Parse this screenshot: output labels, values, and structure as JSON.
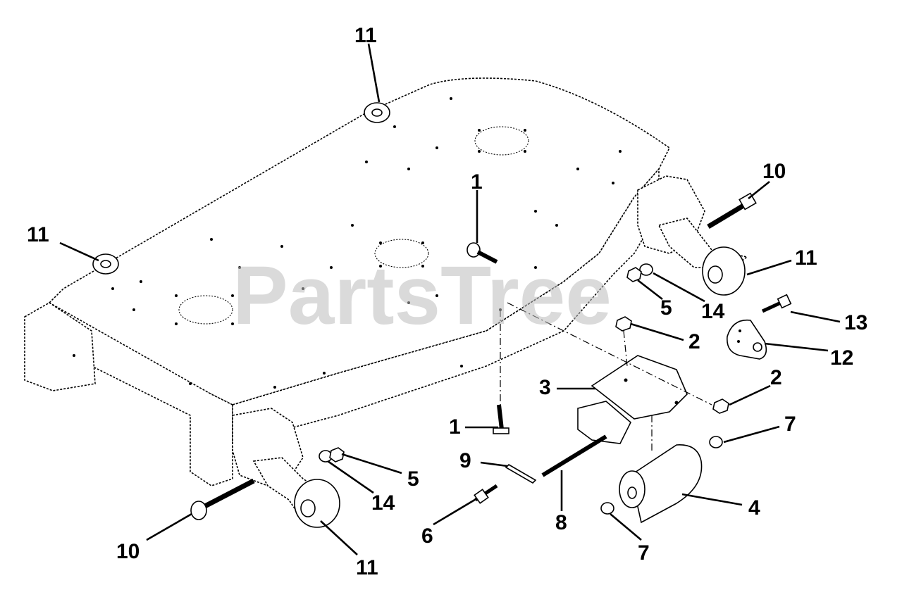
{
  "watermark": "PartsTree",
  "callouts": {
    "c11_top": "11",
    "c11_left": "11",
    "c11_right": "11",
    "c11_bottom": "11",
    "c1_top": "1",
    "c1_mid": "1",
    "c10_right": "10",
    "c10_left": "10",
    "c5_right": "5",
    "c5_left": "5",
    "c14_right": "14",
    "c14_left": "14",
    "c13": "13",
    "c12": "12",
    "c2_top": "2",
    "c2_right": "2",
    "c3": "3",
    "c7_top": "7",
    "c7_bottom": "7",
    "c9": "9",
    "c8": "8",
    "c6": "6",
    "c4": "4"
  }
}
